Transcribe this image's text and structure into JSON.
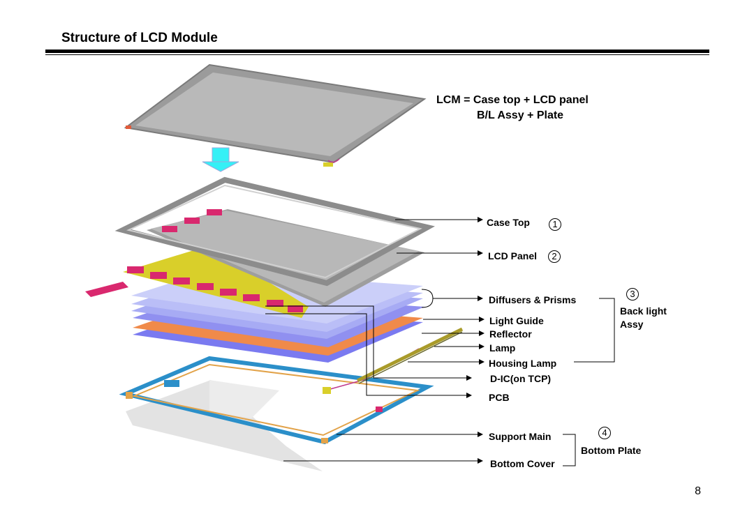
{
  "title": "Structure of LCD Module",
  "equation": {
    "line1": "LCM = Case top + LCD panel",
    "line2": "B/L Assy + Plate"
  },
  "labels": {
    "case_top": "Case Top",
    "lcd_panel": "LCD Panel",
    "diffusers": "Diffusers & Prisms",
    "light_guide": "Light Guide",
    "reflector": "Reflector",
    "lamp": "Lamp",
    "housing_lamp": "Housing Lamp",
    "dic": "D-IC(on TCP)",
    "pcb": "PCB",
    "support_main": "Support Main",
    "bottom_cover": "Bottom Cover"
  },
  "markers": {
    "m1": "1",
    "m2": "2",
    "m3": "3",
    "m4": "4"
  },
  "groups": {
    "backlight_line1": "Back light",
    "backlight_line2": "Assy",
    "bottom_plate": "Bottom Plate"
  },
  "page_number": "8",
  "colors": {
    "panel_gray": "#b4b4b4",
    "frame_gray": "#8c8c8c",
    "diffuser_blue": "#b9bdf7",
    "light_guide_blue": "#8f8ff0",
    "reflector_orange": "#f08a4a",
    "tcp_magenta": "#d9286e",
    "pcb_yellow": "#d9cf2a",
    "support_blue": "#2b8fc9",
    "arrow_cyan": "#35f0f6"
  }
}
